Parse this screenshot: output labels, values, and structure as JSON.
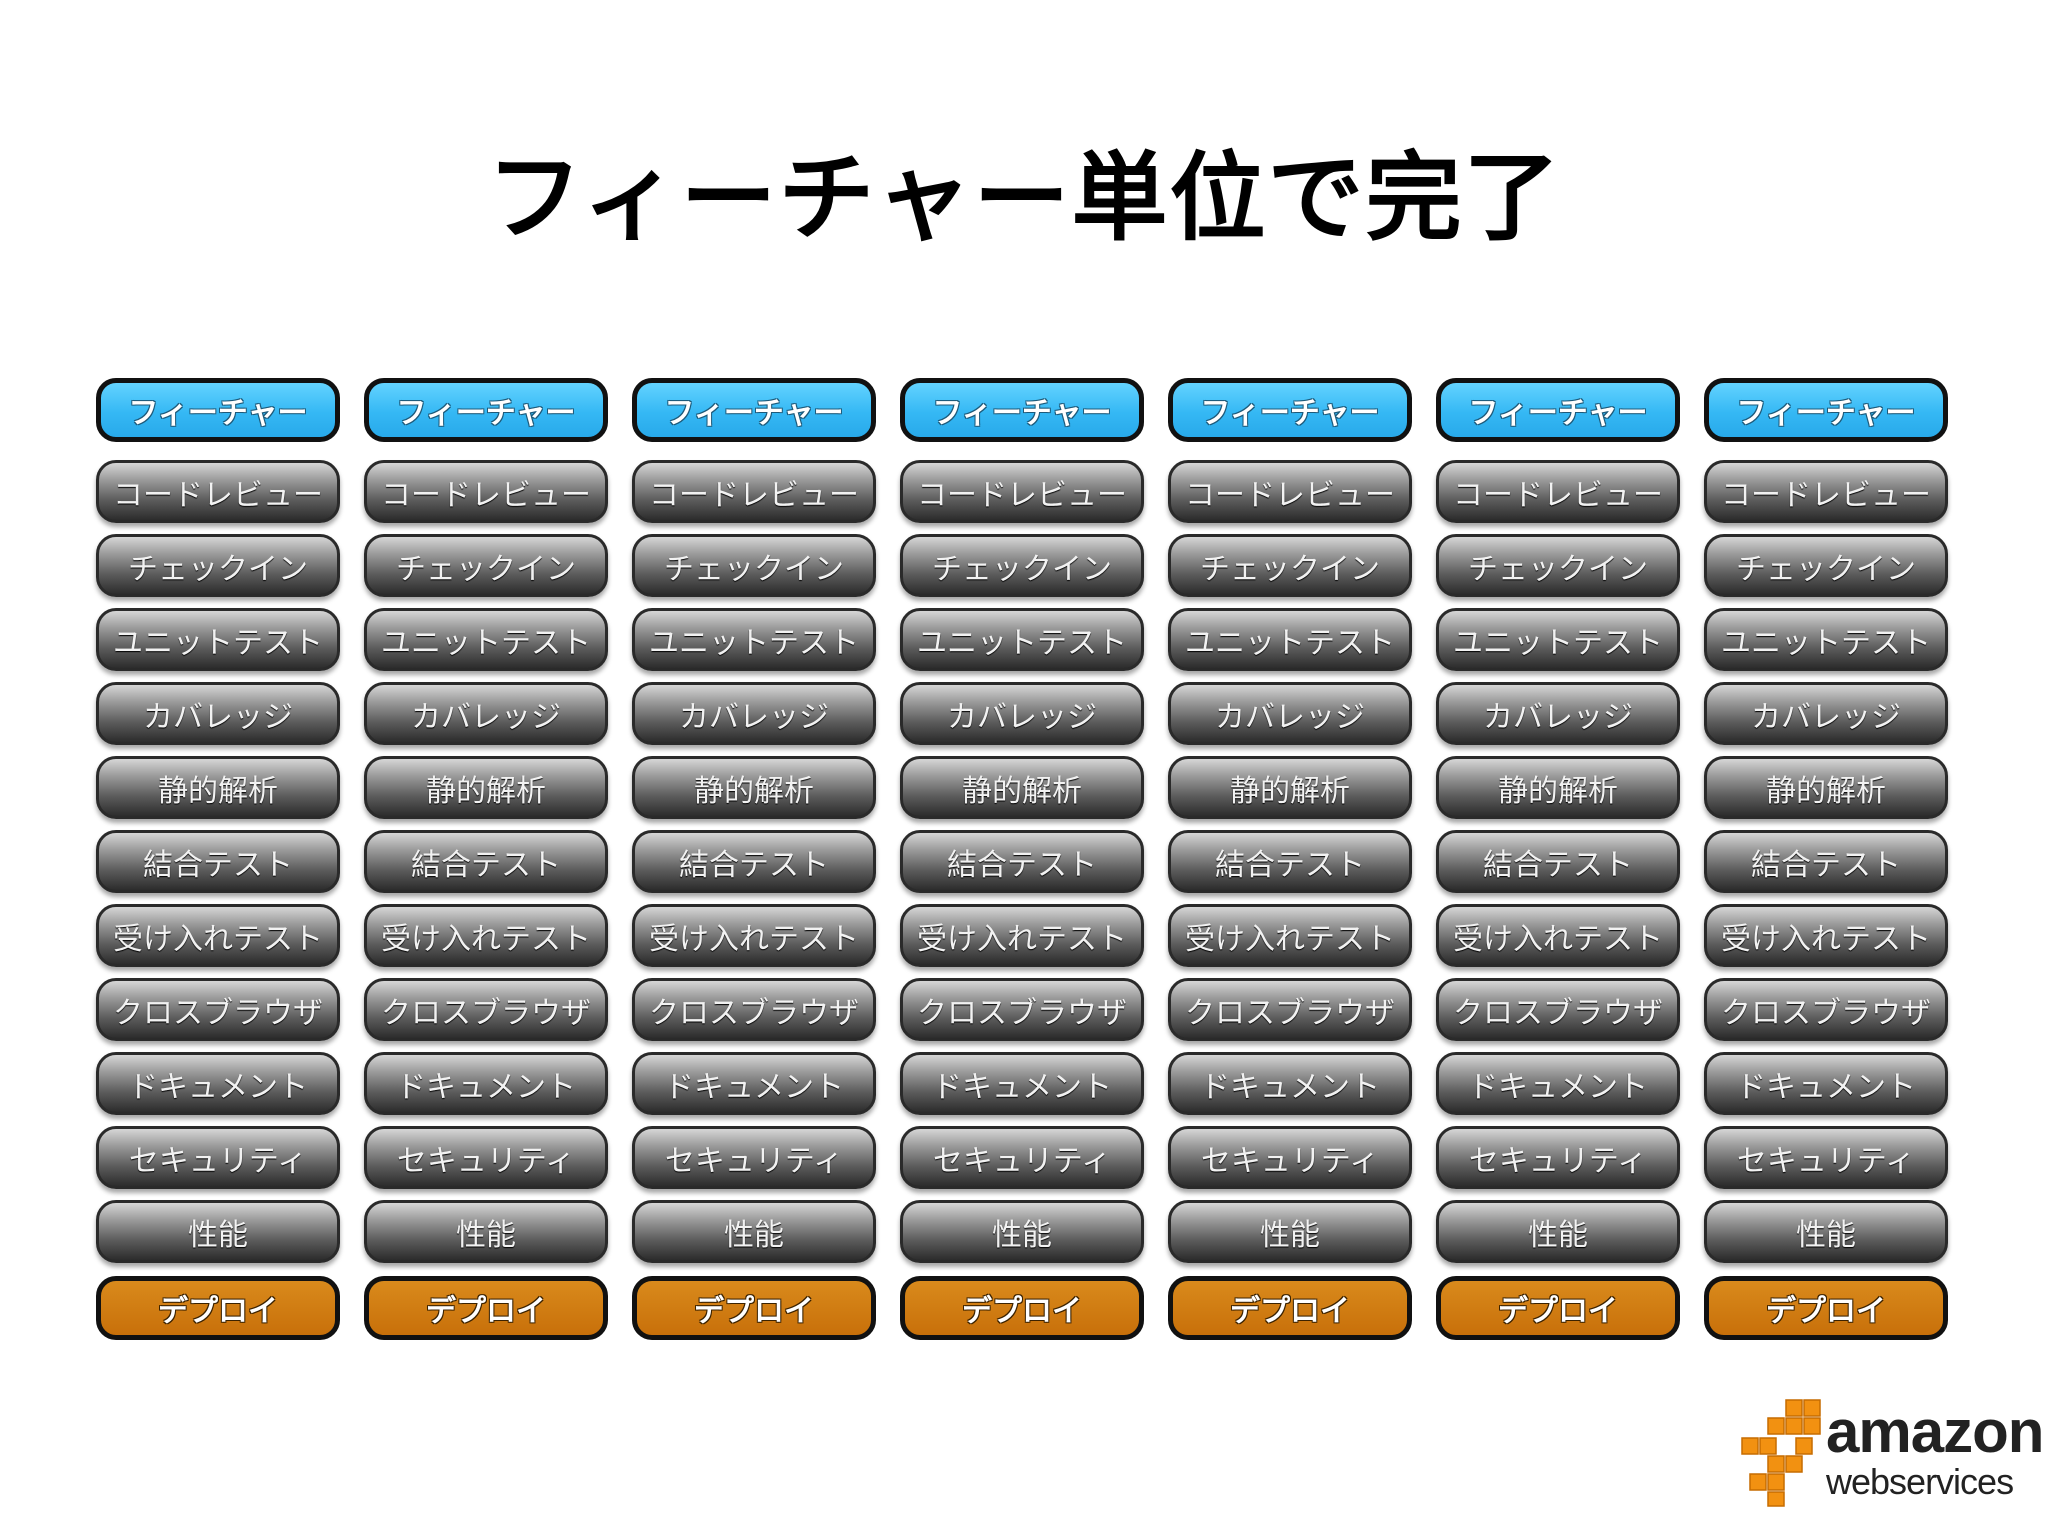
{
  "title": "フィーチャー単位で完了",
  "feature_label": "フィーチャー",
  "deploy_label": "デプロイ",
  "steps": [
    "コードレビュー",
    "チェックイン",
    "ユニットテスト",
    "カバレッジ",
    "静的解析",
    "結合テスト",
    "受け入れテスト",
    "クロスブラウザ",
    "ドキュメント",
    "セキュリティ",
    "性能"
  ],
  "column_count": 7,
  "logo": {
    "icon": "aws-cubes-icon",
    "word": "amazon",
    "sub": "webservices",
    "accent": "#f29111"
  },
  "colors": {
    "feature": "#35b8f4",
    "step": "#6a6a6a",
    "deploy": "#c8700a"
  }
}
